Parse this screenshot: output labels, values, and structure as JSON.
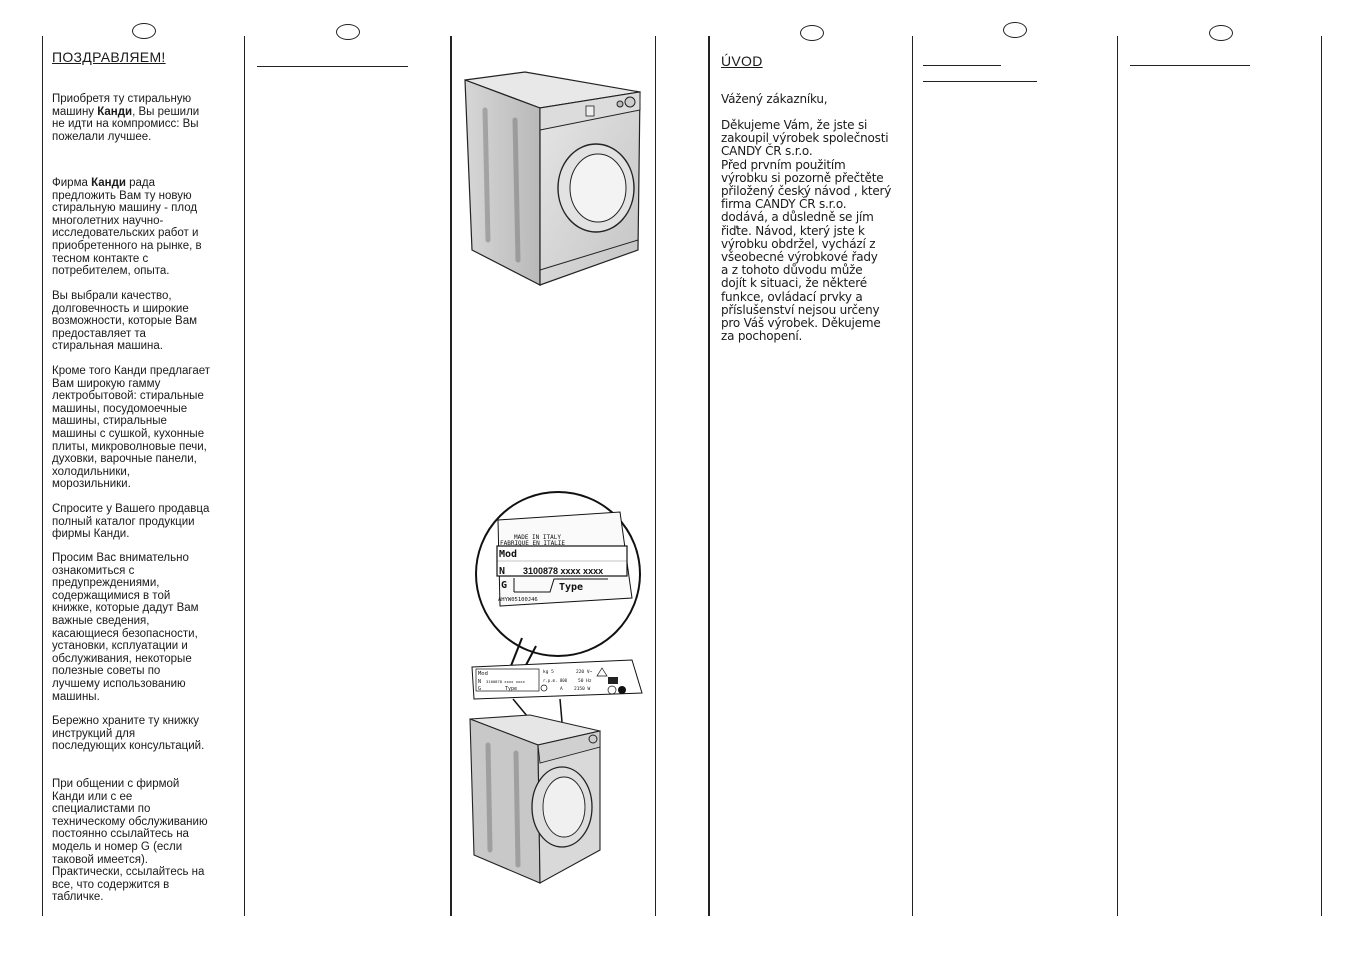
{
  "ru": {
    "heading": "ПОЗДРАВЛЯЕМ!",
    "p1": [
      "Приобретя   ту стиральную",
      "машину ",
      "Канди",
      ", Вы решили",
      "не идти на компромисс: Вы",
      "пожелали лучшее."
    ],
    "p2": [
      "Фирма ",
      "Канди",
      " рада",
      "предложить Вам   ту новую",
      "стиральную машину - плод",
      "многолетних научно-",
      "исследовательских работ и",
      "приобретенного на рынке, в",
      "тесном контакте с",
      "потребителем, опыта."
    ],
    "p3": [
      "Вы выбрали качество,",
      "долговечность и широкие",
      "возможности, которые Вам",
      "предоставляет   та",
      "стиральная машина."
    ],
    "p4": [
      "Кроме того Канди предлагает",
      "Вам широкую гамму",
      "  лектробытовой: стиральные",
      "машины, посудомоечные",
      "машины, стиральные",
      "машины с сушкой, кухонные",
      "плиты, микроволновые печи,",
      "духовки, варочные панели,",
      "холодильники,",
      "морозильники."
    ],
    "p5": [
      "Спросите у Вашего продавца",
      "полный каталог продукции",
      "фирмы Канди."
    ],
    "p6": [
      "Просим Вас внимательно",
      "ознакомиться с",
      "предупреждениями,",
      "содержащимися в   той",
      "книжке, которые дадут Вам",
      "важные сведения,",
      "касающиеся безопасности,",
      "установки,   ксплуатации и",
      "обслуживания, некоторые",
      "полезные советы по",
      "лучшему использованию",
      "машины."
    ],
    "p7": [
      "Бережно храните   ту книжку",
      "инструкций для",
      "последующих консультаций."
    ],
    "p8": [
      "При общении с фирмой",
      "Канди или с ее",
      "специалистами по",
      "техническому обслуживанию",
      "постоянно ссылайтесь на",
      "модель и номер G (если",
      "таковой имеется).",
      "Практически, ссылайтесь на",
      "все, что содержится в",
      " табличке."
    ]
  },
  "cz": {
    "heading": "ÚVOD",
    "greeting": "Vážený zákazníku,",
    "body": [
      "Děkujeme Vám, že jste si",
      "zakoupil výrobek společnosti",
      "CANDY ČR s.r.o.",
      "Před prvním použitím",
      "výrobku si pozorně přečtěte",
      "přiložený český návod , který",
      "firma CANDY ČR s.r.o.",
      "dodává,  a důsledně se jím",
      "řiďte. Návod, který jste k",
      "výrobku obdržel, vychází z",
      "všeobecné výrobkové řady",
      "a z tohoto důvodu může",
      "dojít k situaci, že některé",
      "funkce, ovládací prvky a",
      "příslušenství nejsou určeny",
      "pro Váš výrobek. Děkujeme",
      "za pochopení."
    ]
  },
  "plate": {
    "made_in": "MADE IN ITALY",
    "fabrique": "FABRIQUE EN ITALIE",
    "mod": "Mod",
    "n_label": "N",
    "n_value": "3100878 xxxx xxxx",
    "g_label": "G",
    "type_label": "Type",
    "barcode_text": "AHYW05100J46"
  },
  "small_plate": {
    "mod": "Mod",
    "n": "N",
    "n_value": "3100878 xxxx xxxx",
    "g": "G",
    "type": "Type",
    "kg": "kg 5",
    "volt": "220 V~",
    "freq": "50 Hz",
    "amp": "A",
    "watt": "2150 W",
    "rpm": "r.p.m. 800"
  }
}
